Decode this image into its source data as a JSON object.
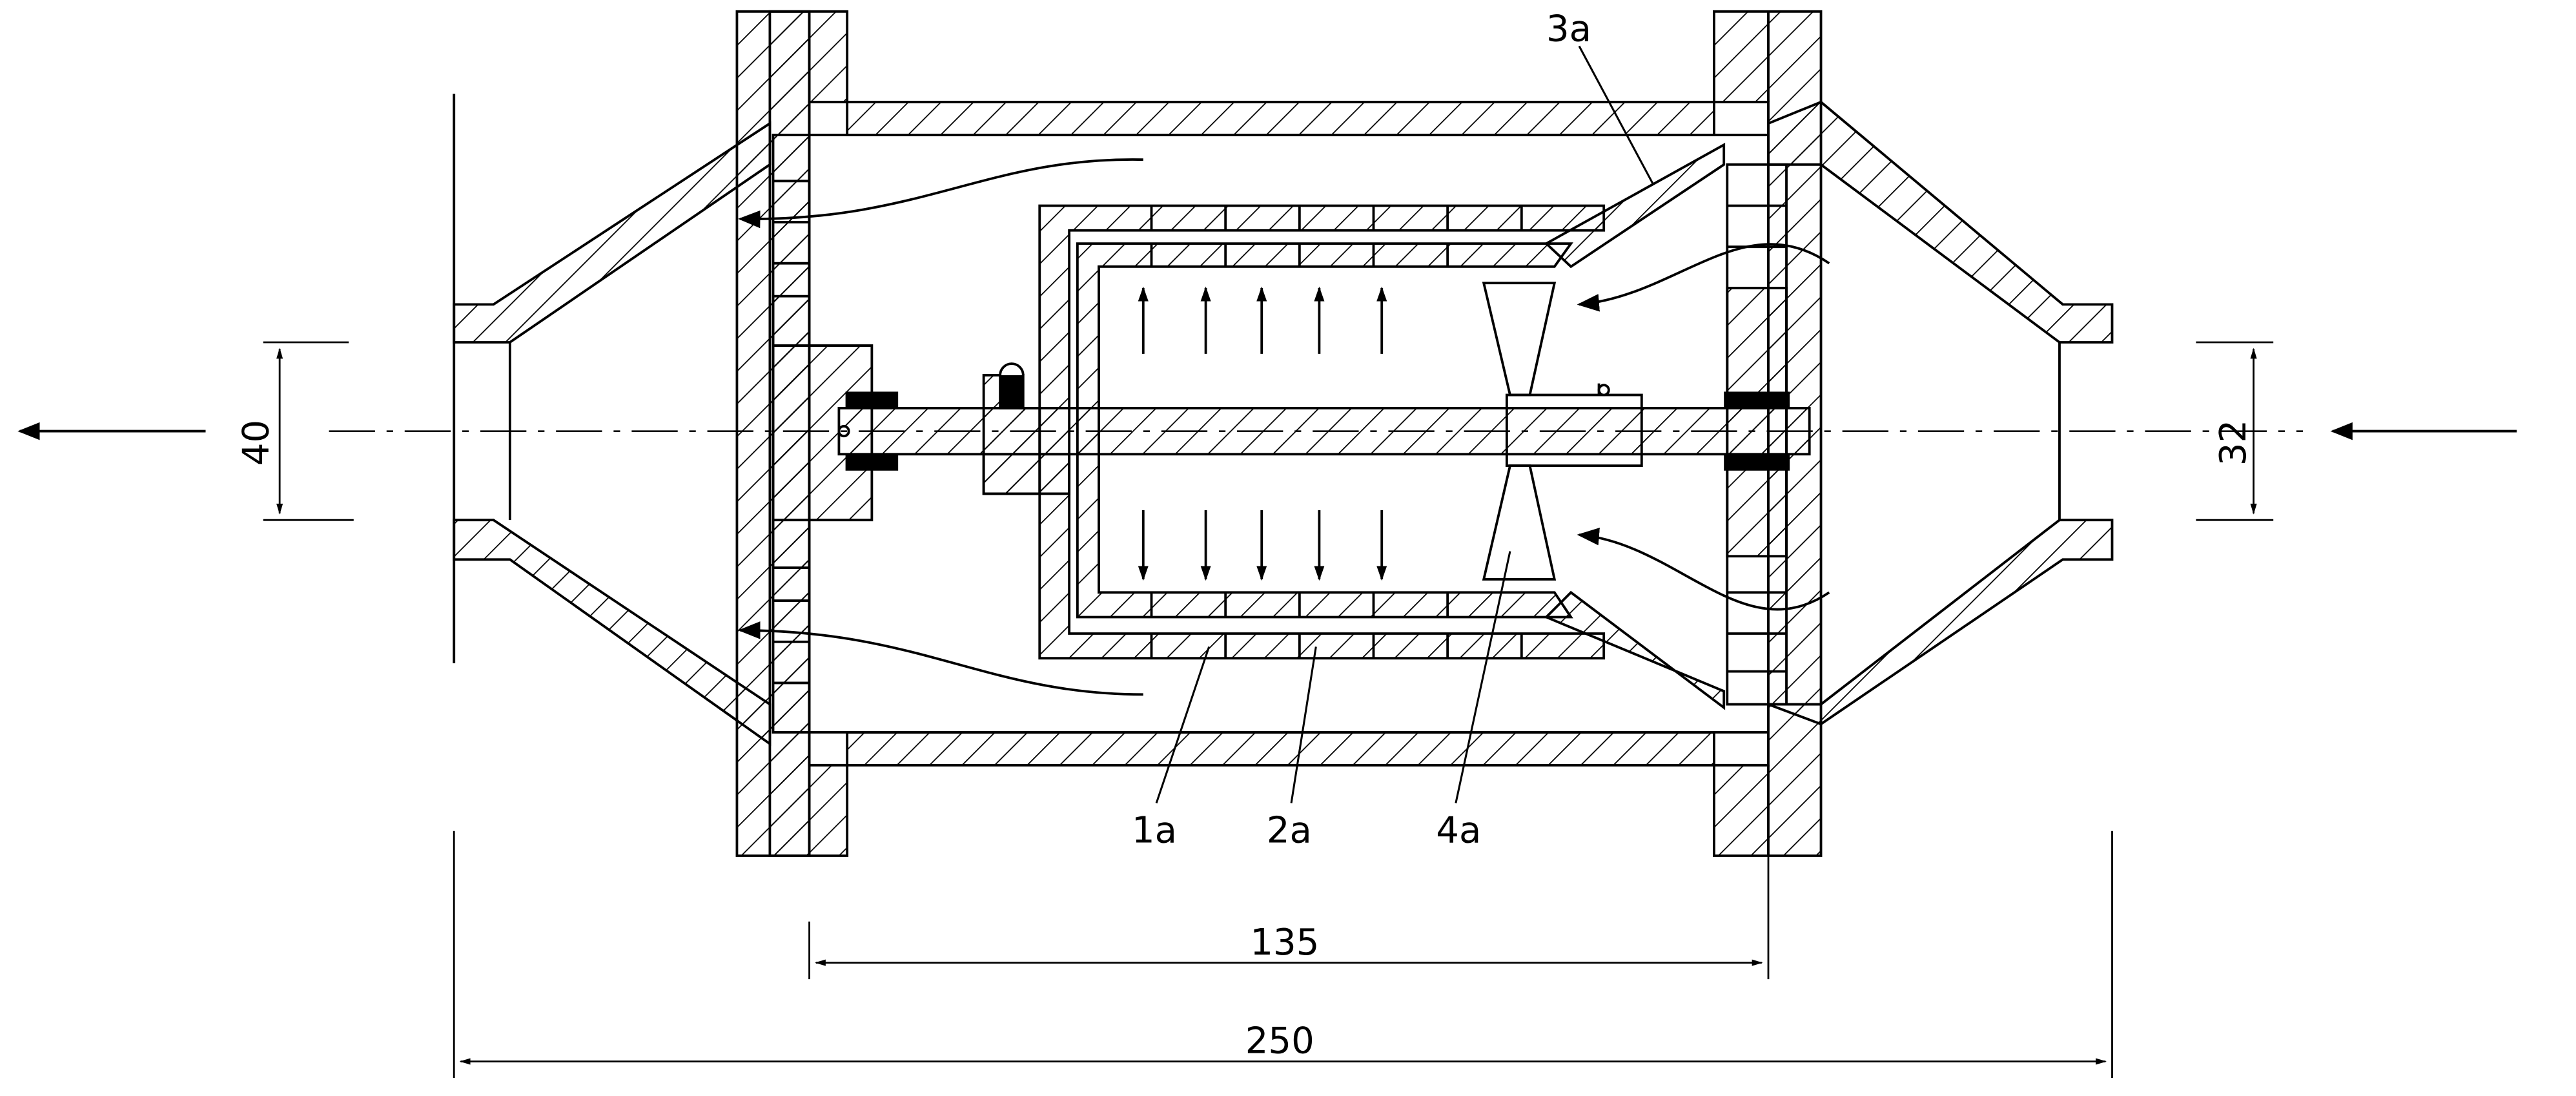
{
  "labels": {
    "part_1a": "1a",
    "part_2a": "2a",
    "part_3a": "3a",
    "part_4a": "4a"
  },
  "dimensions": {
    "outlet_diameter": "40",
    "inlet_diameter": "32",
    "inner_length": "135",
    "overall_length": "250"
  },
  "colors": {
    "line": "#000000",
    "background": "#ffffff"
  }
}
